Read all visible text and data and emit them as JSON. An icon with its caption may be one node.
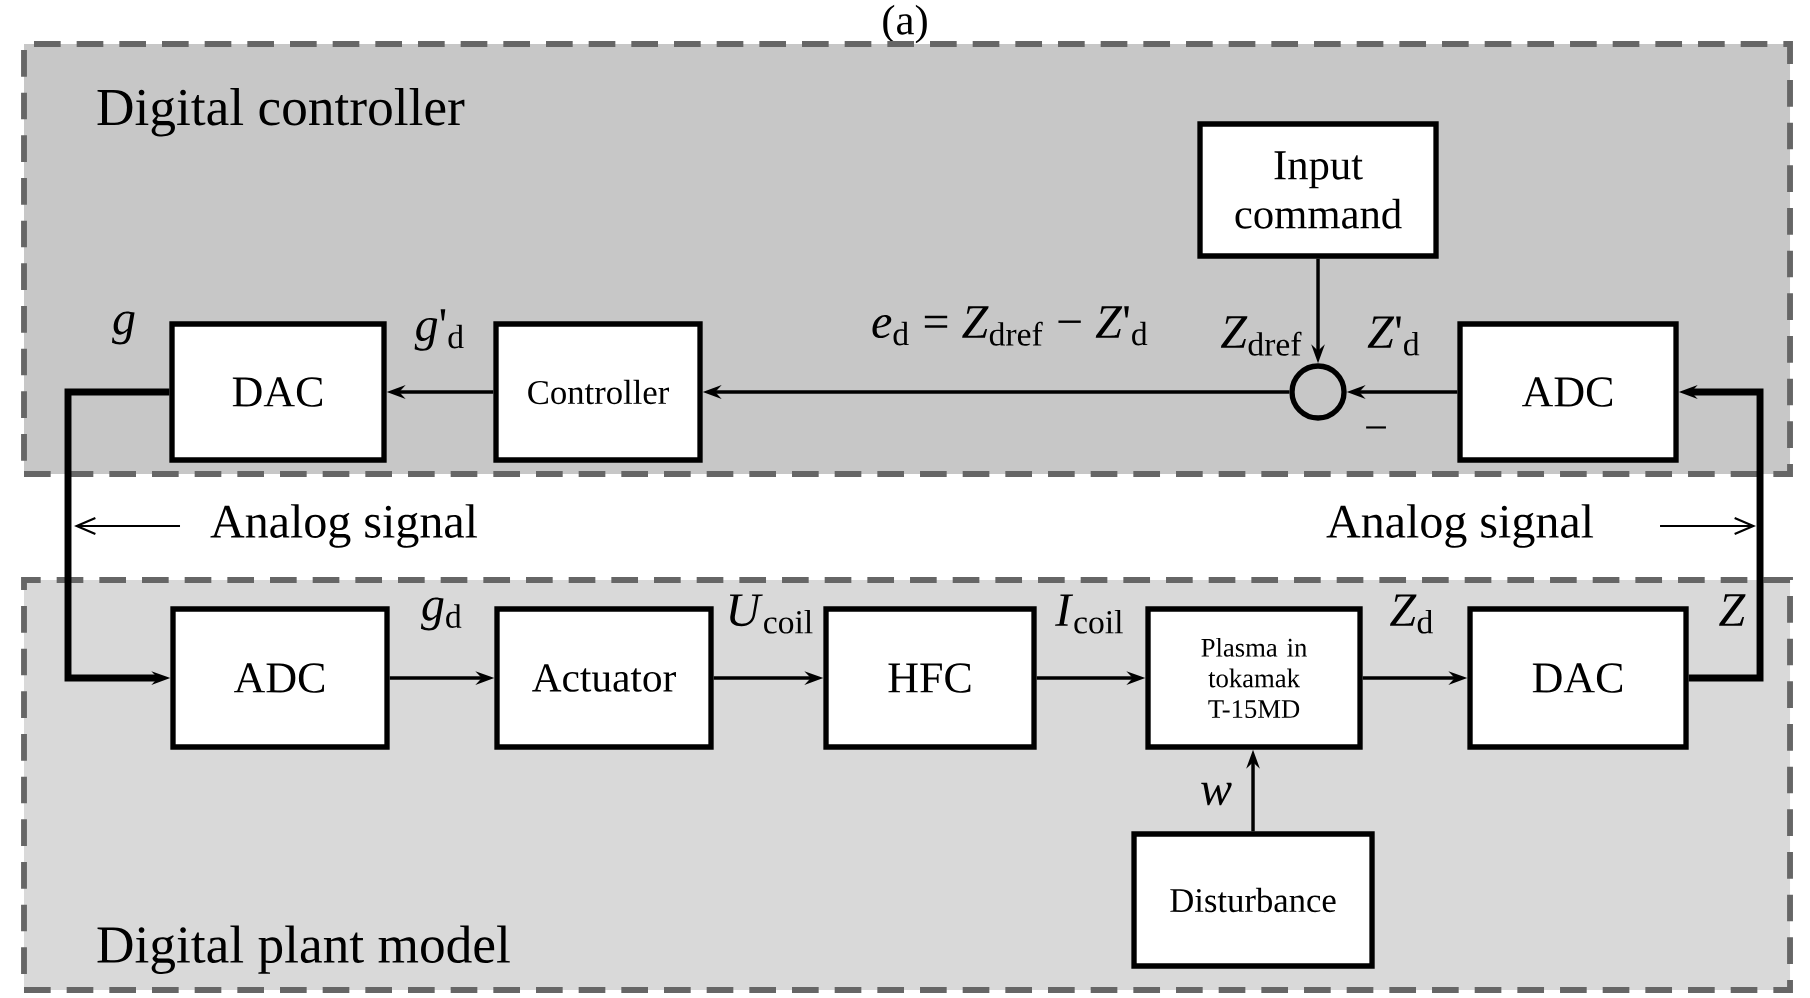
{
  "diagram": {
    "title": "(a)",
    "nodes": [
      {
        "text": [
          "Digital controller"
        ]
      },
      {
        "text": [
          "Input command"
        ],
        "in": 0
      },
      {
        "text": [],
        "shape": "circle",
        "in": 0
      },
      {
        "text": [
          "ADC"
        ],
        "in": 0
      },
      {
        "text": [
          "Controller"
        ],
        "in": 0
      },
      {
        "text": [
          "DAC"
        ],
        "in": 0
      },
      {
        "text": [
          "Digital plant model"
        ]
      },
      {
        "text": [
          "ADC"
        ],
        "in": 6
      },
      {
        "text": [
          "Actuator"
        ],
        "in": 6
      },
      {
        "text": [
          "HFC"
        ],
        "in": 6
      },
      {
        "text": [
          "Plasma in tokamak T-15MD"
        ],
        "in": 6
      },
      {
        "text": [
          "DAC"
        ],
        "in": 6
      },
      {
        "text": [
          "Disturbance"
        ],
        "in": 6
      }
    ],
    "edges": [
      {
        "from": 1,
        "to": 2,
        "arrow": "to",
        "label": "*Z*$_{dref}$"
      },
      {
        "from": 3,
        "to": 2,
        "arrow": "to",
        "label": "*Z*'$_{d}$"
      },
      {
        "from": 2,
        "to": 4,
        "arrow": "to",
        "label": "*e*$_{d}$ = *Z*$_{dref}$ − *Z*'$_{d}$"
      },
      {
        "from": 4,
        "to": 5,
        "arrow": "to",
        "label": "*g*'$_{d}$"
      },
      {
        "from": 5,
        "to": 7,
        "arrow": "to",
        "label": "*g*",
        "style": "thick"
      },
      {
        "from": 7,
        "to": 8,
        "arrow": "to",
        "label": "*g*$_{d}$"
      },
      {
        "from": 8,
        "to": 9,
        "arrow": "to",
        "label": "*U*$_{coil}$"
      },
      {
        "from": 9,
        "to": 10,
        "arrow": "to",
        "label": "*I*$_{coil}$"
      },
      {
        "from": 10,
        "to": 11,
        "arrow": "to",
        "label": "*Z*$_{d}$"
      },
      {
        "from": 12,
        "to": 10,
        "arrow": "to",
        "label": "*w*"
      },
      {
        "from": 11,
        "to": 3,
        "arrow": "to",
        "label": "*Z*",
        "style": "thick"
      }
    ],
    "labels": [
      "−",
      "Analog signal",
      "Analog signal"
    ]
  }
}
